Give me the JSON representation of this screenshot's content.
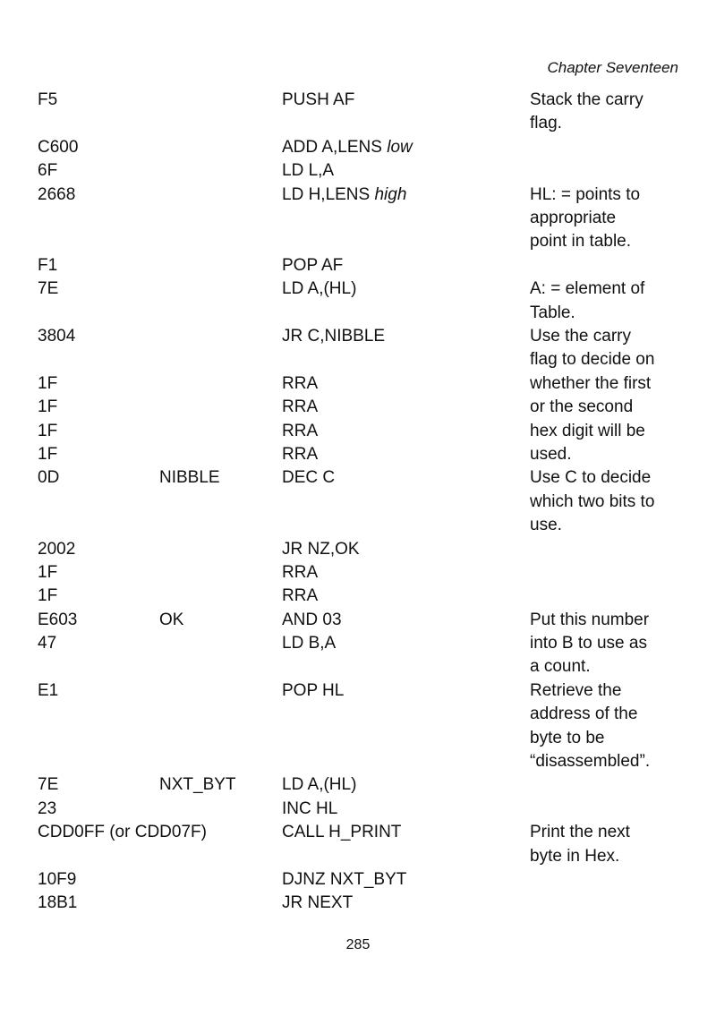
{
  "header": {
    "chapter": "Chapter Seventeen"
  },
  "rows": [
    {
      "code": "F5",
      "label": "",
      "instr": "PUSH AF",
      "instr_italic": "",
      "comment": [
        "Stack the carry",
        "flag."
      ]
    },
    {
      "code": "C600",
      "label": "",
      "instr": "ADD A,LENS ",
      "instr_italic": "low",
      "comment": []
    },
    {
      "code": "6F",
      "label": "",
      "instr": "LD L,A",
      "instr_italic": "",
      "comment": []
    },
    {
      "code": "2668",
      "label": "",
      "instr": "LD H,LENS ",
      "instr_italic": "high",
      "comment": [
        "HL: = points to",
        "appropriate",
        "point in table."
      ]
    },
    {
      "code": "F1",
      "label": "",
      "instr": "POP AF",
      "instr_italic": "",
      "comment": []
    },
    {
      "code": "7E",
      "label": "",
      "instr": "LD A,(HL)",
      "instr_italic": "",
      "comment": [
        "A: = element of",
        "Table."
      ]
    },
    {
      "code": "3804",
      "label": "",
      "instr": "JR C,NIBBLE",
      "instr_italic": "",
      "comment": [
        "Use the carry",
        "flag to decide on"
      ]
    },
    {
      "code": "1F",
      "label": "",
      "instr": "RRA",
      "instr_italic": "",
      "comment": [
        "whether the first"
      ]
    },
    {
      "code": "1F",
      "label": "",
      "instr": "RRA",
      "instr_italic": "",
      "comment": [
        "or the second"
      ]
    },
    {
      "code": "1F",
      "label": "",
      "instr": "RRA",
      "instr_italic": "",
      "comment": [
        "hex digit will be"
      ]
    },
    {
      "code": "1F",
      "label": "",
      "instr": "RRA",
      "instr_italic": "",
      "comment": [
        "used."
      ]
    },
    {
      "code": "0D",
      "label": "NIBBLE",
      "instr": "DEC C",
      "instr_italic": "",
      "comment": [
        "Use C to decide",
        "which two bits to",
        "use."
      ]
    },
    {
      "code": "2002",
      "label": "",
      "instr": "JR NZ,OK",
      "instr_italic": "",
      "comment": []
    },
    {
      "code": "1F",
      "label": "",
      "instr": "RRA",
      "instr_italic": "",
      "comment": []
    },
    {
      "code": "1F",
      "label": "",
      "instr": "RRA",
      "instr_italic": "",
      "comment": []
    },
    {
      "code": "E603",
      "label": "OK",
      "instr": "AND 03",
      "instr_italic": "",
      "comment": [
        "Put this number"
      ]
    },
    {
      "code": "47",
      "label": "",
      "instr": "LD B,A",
      "instr_italic": "",
      "comment": [
        "into B to use as",
        "a count."
      ]
    },
    {
      "code": "E1",
      "label": "",
      "instr": "POP HL",
      "instr_italic": "",
      "comment": [
        "Retrieve the",
        "address of the",
        "byte to be",
        "“disassembled”."
      ]
    },
    {
      "code": "7E",
      "label": "NXT_BYT",
      "instr": "LD A,(HL)",
      "instr_italic": "",
      "comment": []
    },
    {
      "code": "23",
      "label": "",
      "instr": "INC HL",
      "instr_italic": "",
      "comment": []
    },
    {
      "code": "CDD0FF (or CDD07F)",
      "label": "",
      "instr": "CALL H_PRINT",
      "instr_italic": "",
      "comment": [
        "Print the next",
        "byte in Hex."
      ]
    },
    {
      "code": "10F9",
      "label": "",
      "instr": "DJNZ NXT_BYT",
      "instr_italic": "",
      "comment": []
    },
    {
      "code": "18B1",
      "label": "",
      "instr": "JR NEXT",
      "instr_italic": "",
      "comment": []
    }
  ],
  "footer": {
    "page_number": "285"
  }
}
